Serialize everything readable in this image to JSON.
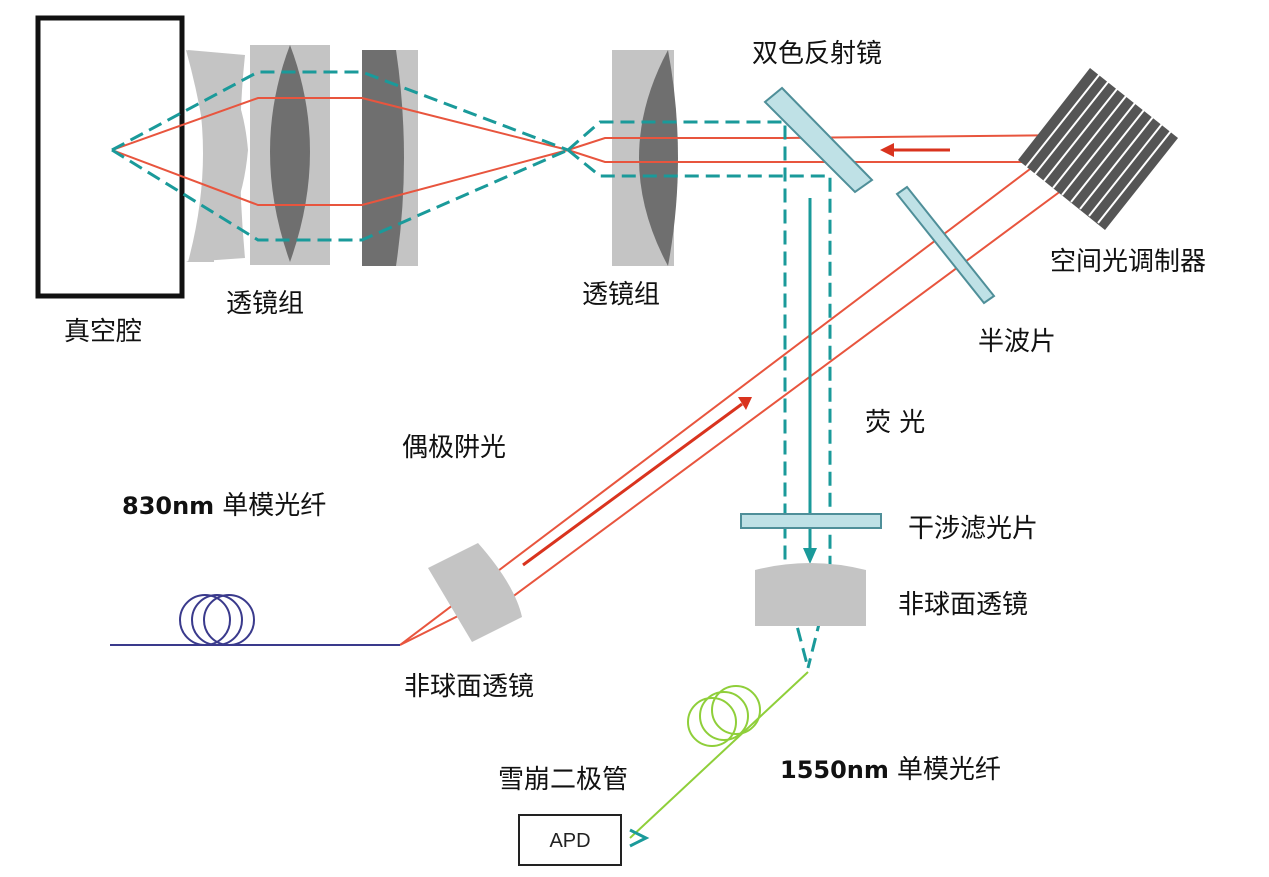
{
  "labels": {
    "vacuum_chamber": "真空腔",
    "lens_group_left": "透镜组",
    "lens_group_right": "透镜组",
    "dichroic_mirror": "双色反射镜",
    "slm": "空间光调制器",
    "half_wave_plate": "半波片",
    "fluorescence": "荧 光",
    "dipole_trap_light": "偶极阱光",
    "fiber_830_wavelength": "830nm",
    "fiber_830_text": "单模光纤",
    "interference_filter": "干涉滤光片",
    "aspheric_lens_right": "非球面透镜",
    "aspheric_lens_left": "非球面透镜",
    "apd_name": "雪崩二极管",
    "fiber_1550_wavelength": "1550nm",
    "fiber_1550_text": "单模光纤",
    "apd_box": "APD"
  },
  "colors": {
    "red_beam": "#e8553e",
    "teal_beam": "#1a9a9a",
    "dark_red_arrow": "#d9331e",
    "lens_light": "#c4c4c4",
    "lens_dark": "#6f6f6f",
    "optic_blue": "#bfe1e6",
    "fiber_830": "#3a3a8c",
    "fiber_1550": "#8fcf3a"
  }
}
